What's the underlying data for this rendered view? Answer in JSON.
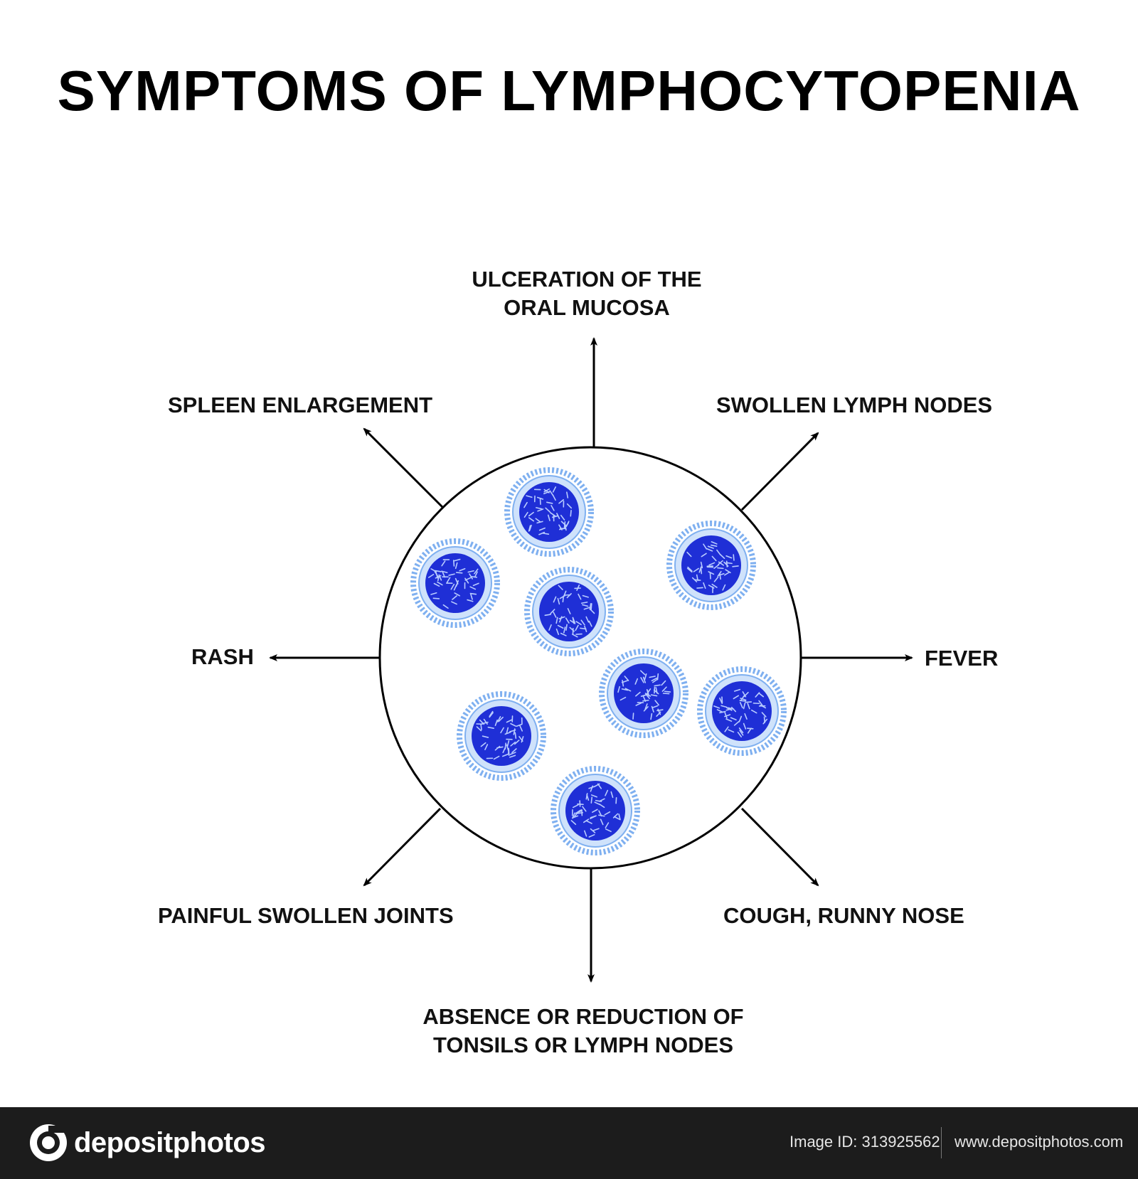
{
  "title": "SYMPTOMS OF LYMPHOCYTOPENIA",
  "symptoms": {
    "top": [
      "ULCERATION OF THE",
      "ORAL MUCOSA"
    ],
    "top_left": "SPLEEN ENLARGEMENT",
    "top_right": "SWOLLEN LYMPH NODES",
    "left": "RASH",
    "right": "FEVER",
    "bottom_left": "PAINFUL SWOLLEN JOINTS",
    "bottom_right": "COUGH, RUNNY NOSE",
    "bottom": [
      "ABSENCE OR REDUCTION OF",
      "TONSILS OR LYMPH NODES"
    ]
  },
  "cells": {
    "count": 8,
    "icon": "lymphocyte-cell-icon"
  },
  "colors": {
    "cell_nucleus": "#1f2fd6",
    "cell_membrane": "#7fb0f0",
    "line": "#000000",
    "footer_bg": "#1c1c1c"
  },
  "footer": {
    "brand": "depositphotos",
    "image_id": "Image ID: 313925562",
    "site": "www.depositphotos.com"
  }
}
